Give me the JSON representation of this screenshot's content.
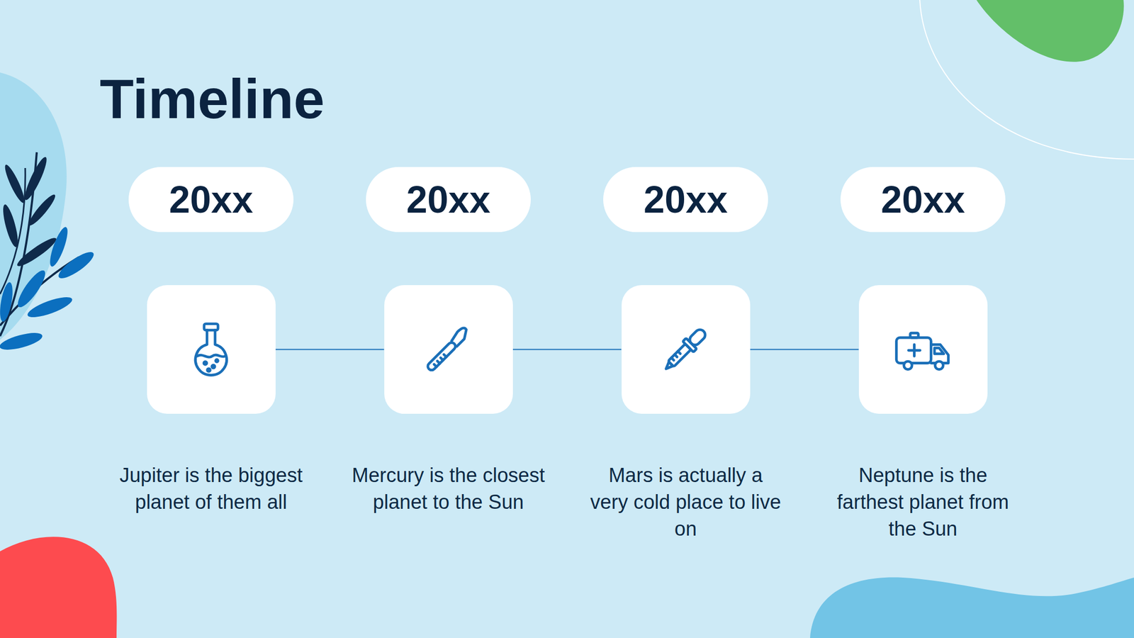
{
  "diagram": {
    "title": "Timeline",
    "nodes": [
      {
        "text": [
          "20xx"
        ]
      },
      {
        "text": [
          "20xx"
        ]
      },
      {
        "text": [
          "20xx"
        ]
      },
      {
        "text": [
          "20xx"
        ]
      },
      {
        "text": [
          "Jupiter is the biggest planet of them all"
        ]
      },
      {
        "text": [
          "Mercury is the closest planet to the Sun"
        ]
      },
      {
        "text": [
          "Mars is actually a very cold place to live on"
        ]
      },
      {
        "text": [
          "Neptune is the farthest planet from the Sun"
        ]
      }
    ],
    "edges": [
      {
        "from": 4,
        "to": 5,
        "arrow": "none"
      },
      {
        "from": 5,
        "to": 6,
        "arrow": "none"
      },
      {
        "from": 6,
        "to": 7,
        "arrow": "none"
      }
    ]
  }
}
